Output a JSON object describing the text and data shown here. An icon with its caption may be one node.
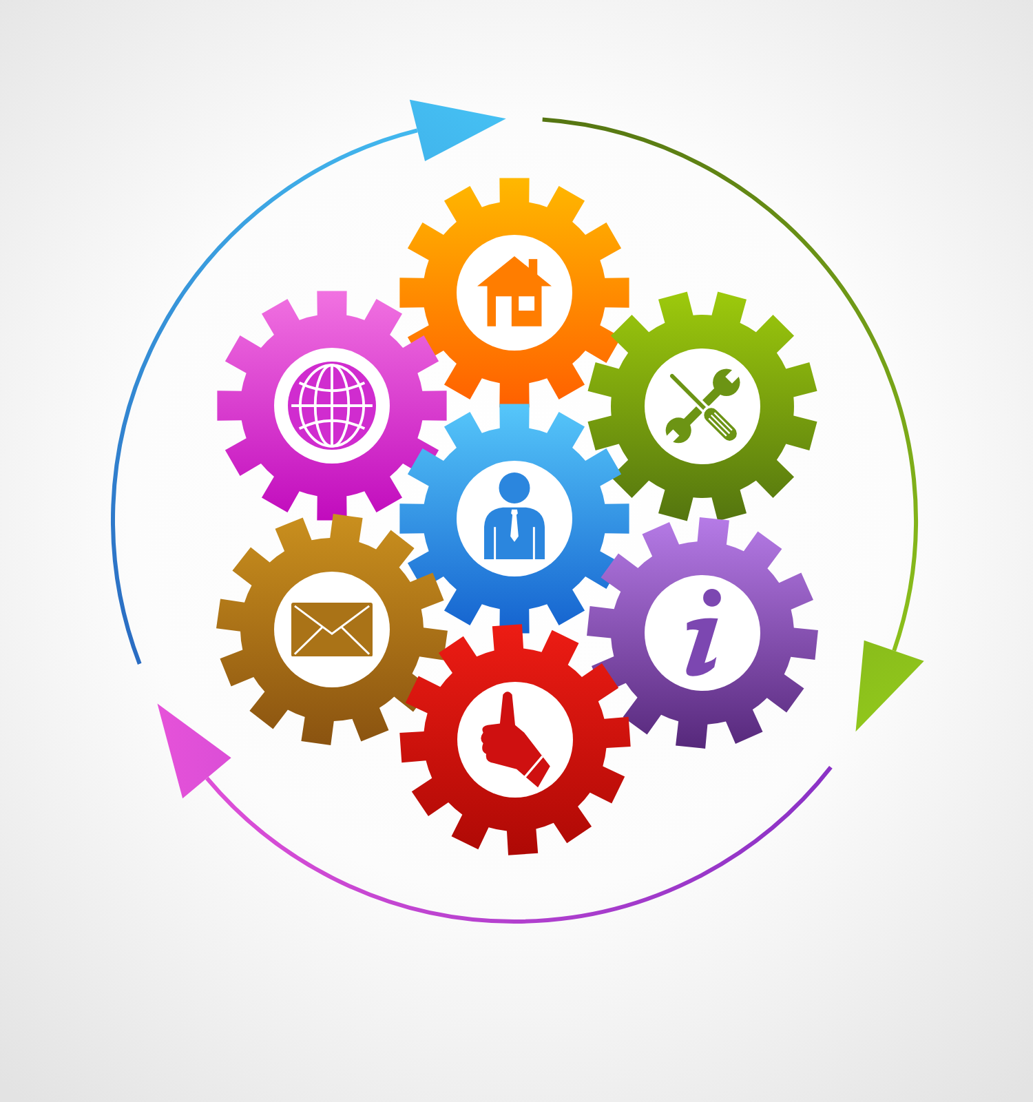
{
  "diagram": {
    "nodes": [
      {
        "text": [],
        "shape": "gear"
      },
      {
        "text": [],
        "shape": "gear"
      },
      {
        "text": [],
        "shape": "gear"
      },
      {
        "text": [],
        "shape": "gear"
      },
      {
        "text": [],
        "shape": "gear"
      },
      {
        "text": [],
        "shape": "gear"
      },
      {
        "text": [],
        "shape": "gear"
      }
    ]
  }
}
